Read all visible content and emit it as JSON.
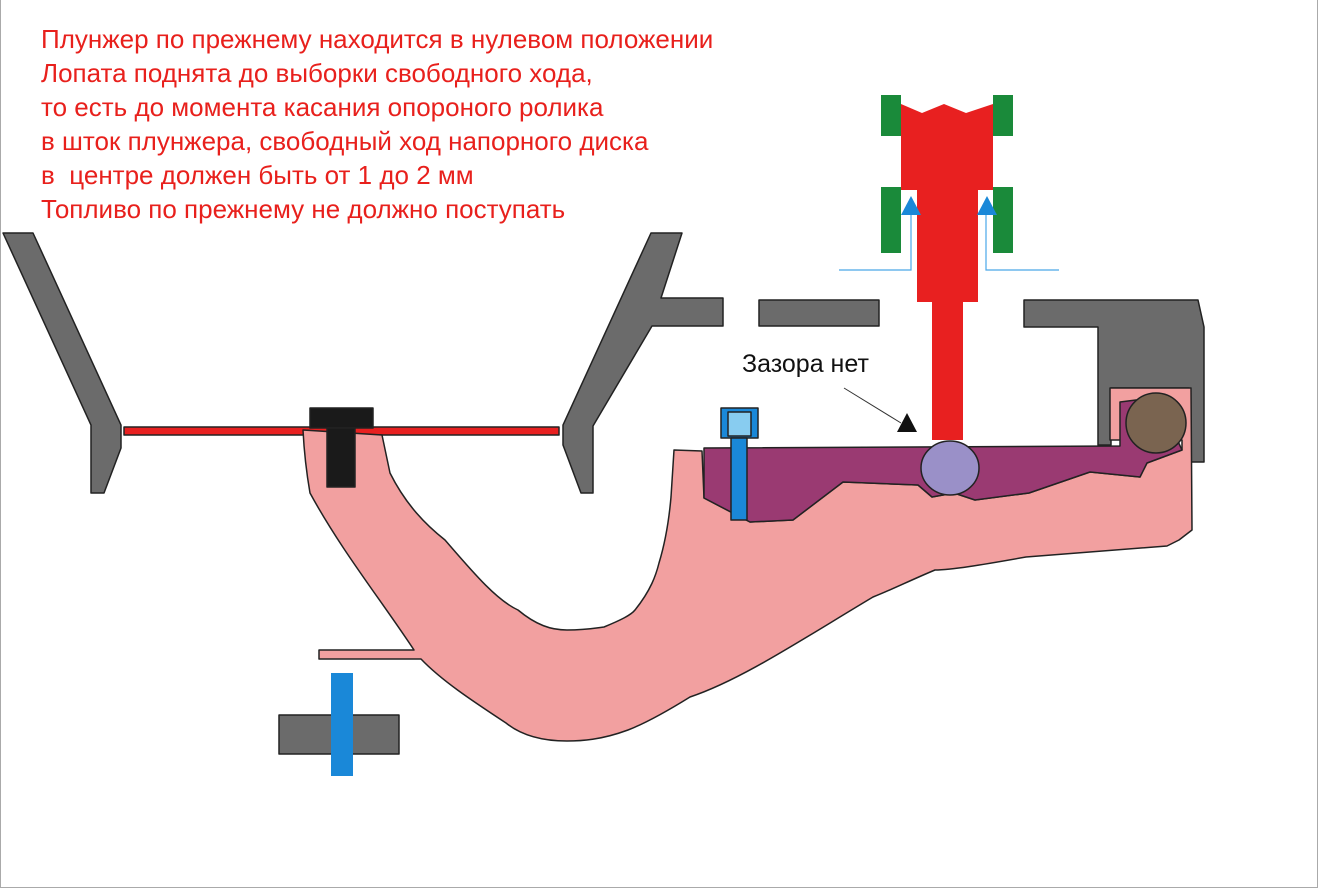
{
  "caption": {
    "lines": [
      "Плунжер по прежнему находится в нулевом положении",
      "Лопата поднята до выборки свободного хода,",
      "то есть до момента касания опороного ролика",
      "в шток плунжера, свободный ход напорного диска",
      "в  центре должен быть от 1 до 2 мм",
      "Топливо по прежнему не должно поступать"
    ]
  },
  "annotation": {
    "no_gap_label": "Зазора нет"
  },
  "colors": {
    "text": "#e8201c",
    "housing": "#6b6b6b",
    "lever": "#f2a0a0",
    "disk": "#9a3a72",
    "plunger": "#e82020",
    "seal": "#1a8a3a",
    "screw": "#1a88d8",
    "ball": "#9a90c8",
    "roller": "#7a6450"
  }
}
